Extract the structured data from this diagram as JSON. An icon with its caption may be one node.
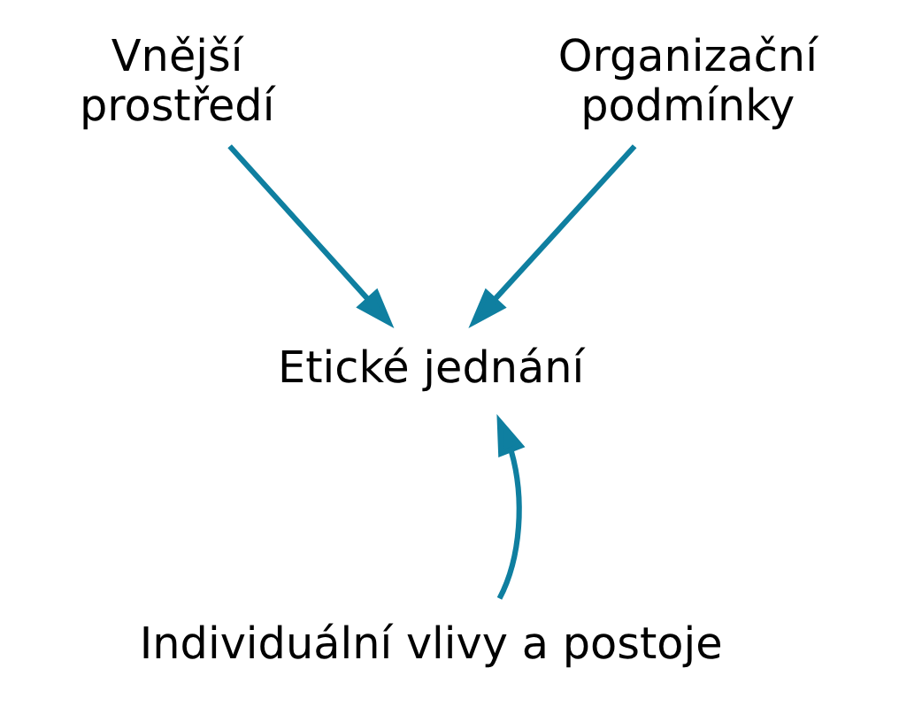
{
  "diagram": {
    "nodes": [
      {
        "text": [
          "Vnější prostředí"
        ]
      },
      {
        "text": [
          "Organizační podmínky"
        ]
      },
      {
        "text": [
          "Etické jednání"
        ]
      },
      {
        "text": [
          "Individuální vlivy a postoje"
        ]
      }
    ],
    "edges": [
      {
        "from": 0,
        "to": 2,
        "arrow": "to"
      },
      {
        "from": 1,
        "to": 2,
        "arrow": "to"
      },
      {
        "from": 3,
        "to": 2,
        "arrow": "to"
      }
    ]
  }
}
